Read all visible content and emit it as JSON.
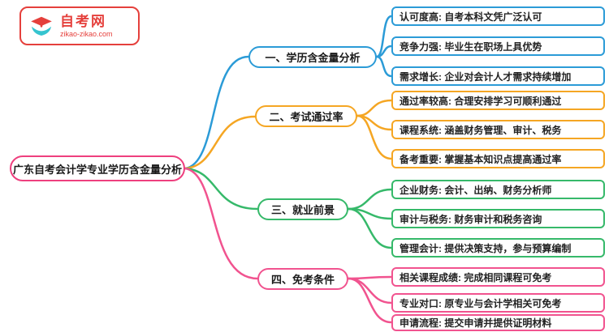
{
  "logo": {
    "title": "自考网",
    "subtitle": "zikao-zikao.com",
    "icon": "graduation-cap-icon"
  },
  "root": {
    "label": "广东自考会计学专业学历含金量分析",
    "color": "#ee3f7e"
  },
  "branches": [
    {
      "label": "一、学历含金量分析",
      "color": "#2b9bd7",
      "leaves": [
        "认可度高: 自考本科文凭广泛认可",
        "竞争力强: 毕业生在职场上具优势",
        "需求增长: 企业对会计人才需求持续增加"
      ]
    },
    {
      "label": "二、考试通过率",
      "color": "#f5a623",
      "leaves": [
        "通过率较高: 合理安排学习可顺利通过",
        "课程系统: 涵盖财务管理、审计、税务",
        "备考重要: 掌握基本知识点提高通过率"
      ]
    },
    {
      "label": "三、就业前景",
      "color": "#36b96a",
      "leaves": [
        "企业财务: 会计、出纳、财务分析师",
        "审计与税务: 财务审计和税务咨询",
        "管理会计: 提供决策支持，参与预算编制"
      ]
    },
    {
      "label": "四、免考条件",
      "color": "#f1538f",
      "leaves": [
        "相关课程成绩: 完成相同课程可免考",
        "专业对口: 原专业与会计学相关可免考",
        "申请流程: 提交申请并提供证明材料"
      ]
    }
  ],
  "colors": {
    "logo_red": "#e5403c",
    "logo_cyan": "#35c4cf",
    "background": "#ffffff"
  }
}
